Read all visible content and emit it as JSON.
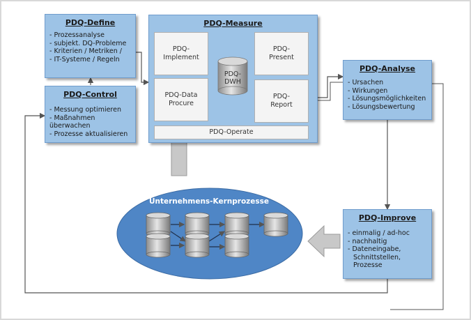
{
  "define": {
    "title": "PDQ-Define",
    "items": [
      "Prozessanalyse",
      "subjekt. DQ-Probleme",
      "Kriterien / Metriken /",
      "IT-Systeme / Regeln"
    ]
  },
  "control": {
    "title": "PDQ-Control",
    "items": [
      "Messung optimieren",
      "Maßnahmen überwachen",
      "Prozesse aktualisieren"
    ]
  },
  "measure": {
    "title": "PDQ-Measure",
    "implement": "PDQ-\nImplement",
    "data_procure": "PDQ-Data\nProcure",
    "dwh": "PDQ-\nDWH",
    "present": "PDQ-\nPresent",
    "report": "PDQ-\nReport",
    "operate": "PDQ-Operate"
  },
  "analyse": {
    "title": "PDQ-Analyse",
    "items": [
      "Ursachen",
      "Wirkungen",
      "Lösungsmöglichkeiten",
      "Lösungsbewertung"
    ]
  },
  "improve": {
    "title": "PDQ-Improve",
    "items": [
      "einmalig / ad-hoc",
      "nachhaltig",
      "Dateneingabe,",
      "Schnittstellen, Prozesse"
    ]
  },
  "kernprozesse": {
    "title": "Unternehmens-Kernprozesse"
  },
  "colors": {
    "box_fill": "#9dc3e6",
    "ellipse_fill": "#4f86c6",
    "arrow_gray": "#c8c8c8",
    "line": "#555555"
  }
}
